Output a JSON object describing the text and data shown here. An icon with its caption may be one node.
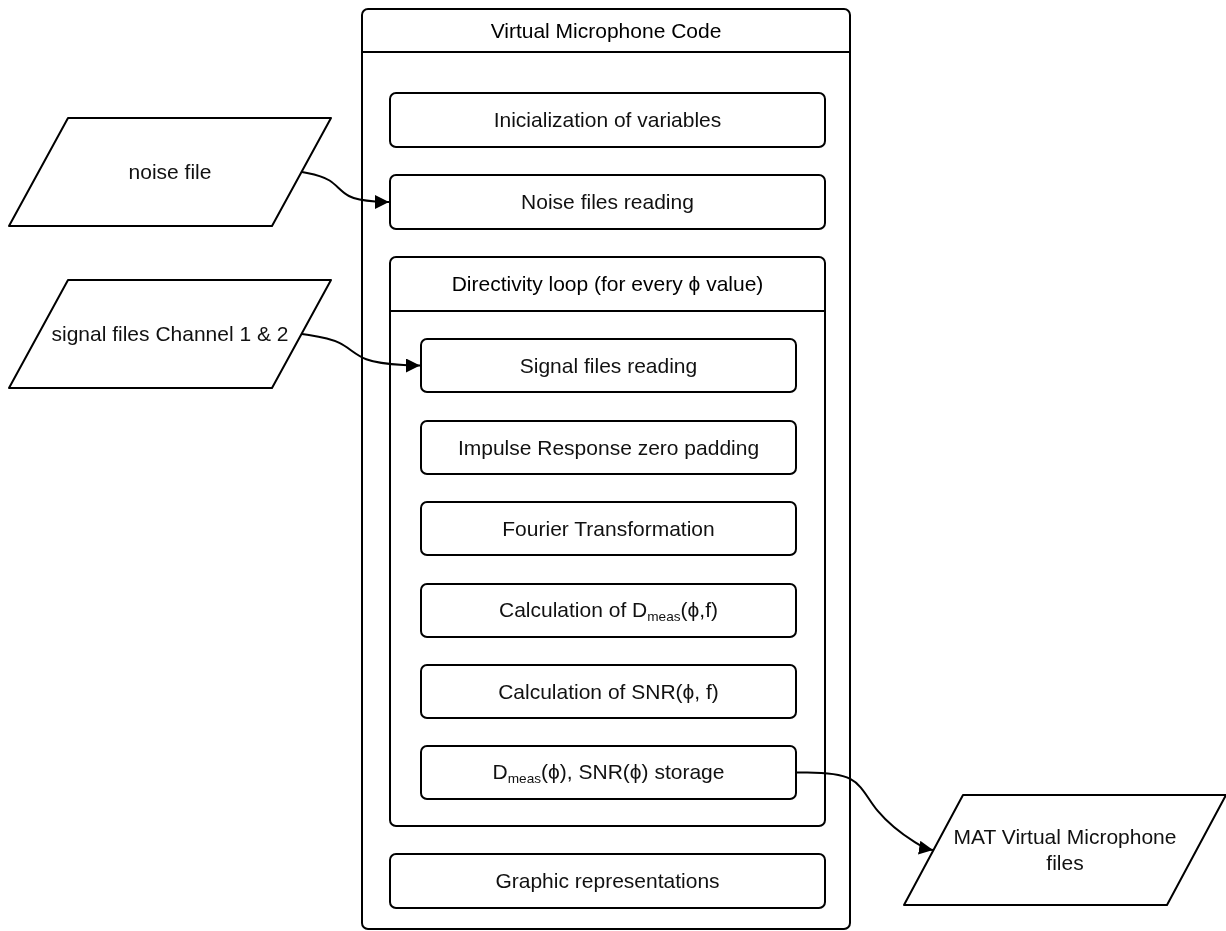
{
  "diagram": {
    "nodes": [
      {
        "text": [
          "Virtual Microphone Code"
        ]
      },
      {
        "text": [
          "Inicialization of variables"
        ],
        "in": 0
      },
      {
        "text": [
          "Noise files reading"
        ],
        "in": 0
      },
      {
        "text": [
          "Directivity loop (for every ϕ value)"
        ],
        "in": 0
      },
      {
        "text": [
          "Signal files reading"
        ],
        "in": 3
      },
      {
        "text": [
          "Impulse Response zero padding"
        ],
        "in": 3
      },
      {
        "text": [
          "Fourier Transformation"
        ],
        "in": 3
      },
      {
        "text": [
          "Calculation of D$_{meas}$(ϕ,f)"
        ],
        "in": 3
      },
      {
        "text": [
          "Calculation of SNR(ϕ, f)"
        ],
        "in": 3
      },
      {
        "text": [
          "D$_{meas}$(ϕ), SNR(ϕ) storage"
        ],
        "in": 3
      },
      {
        "text": [
          "Graphic representations"
        ],
        "in": 0
      },
      {
        "text": [
          "noise file"
        ]
      },
      {
        "text": [
          "signal files Channel 1 & 2"
        ]
      },
      {
        "text": [
          "MAT Virtual Microphone files"
        ]
      }
    ],
    "edges": [
      {
        "from": 11,
        "to": 2,
        "arrow": "to"
      },
      {
        "from": 12,
        "to": 4,
        "arrow": "to"
      },
      {
        "from": 9,
        "to": 13,
        "arrow": "to"
      }
    ]
  }
}
